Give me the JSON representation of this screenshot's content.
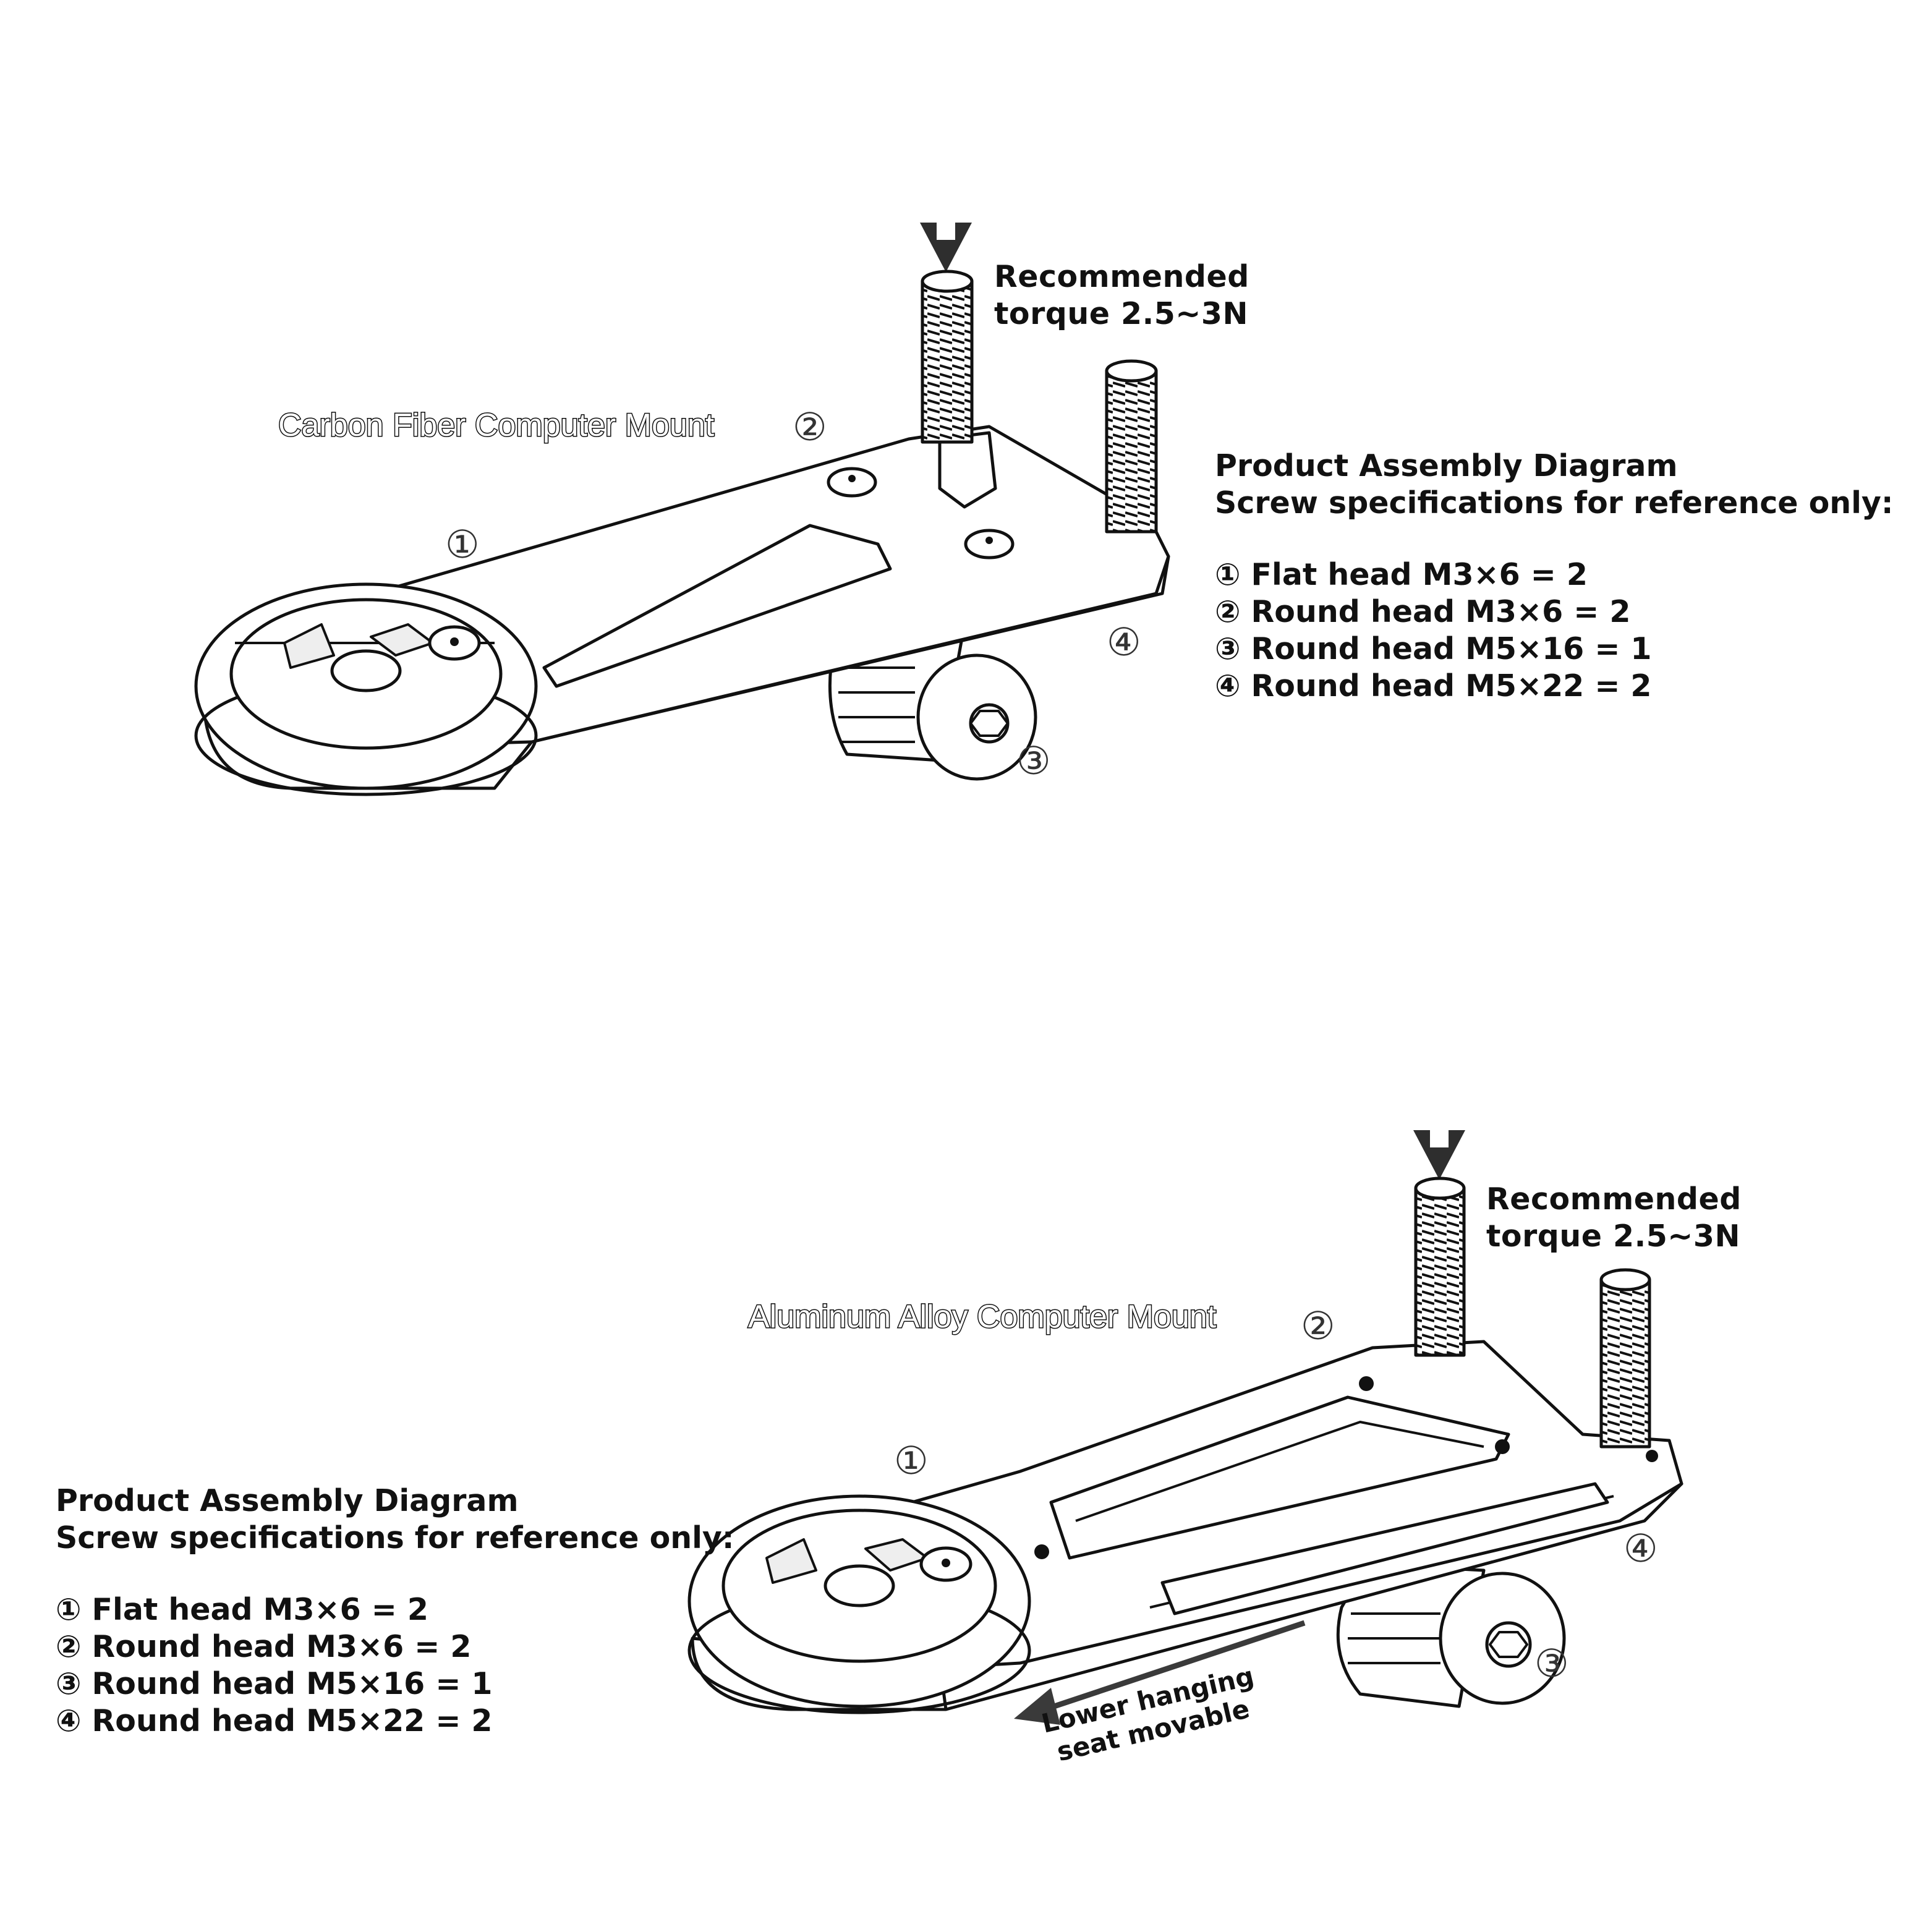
{
  "top_mount": {
    "name": "Carbon Fiber Computer Mount",
    "torque": {
      "line1": "Recommended",
      "line2": "torque 2.5~3N"
    },
    "callouts": {
      "c1": "①",
      "c2": "②",
      "c3": "③",
      "c4": "④"
    },
    "spec": {
      "title": "Product Assembly Diagram",
      "subtitle": "Screw specifications for reference only:",
      "items": [
        "① Flat head M3×6 = 2",
        "② Round head M3×6 = 2",
        "③ Round head M5×16 = 1",
        "④ Round head M5×22 = 2"
      ]
    }
  },
  "bottom_mount": {
    "name": "Aluminum Alloy Computer Mount",
    "torque": {
      "line1": "Recommended",
      "line2": "torque 2.5~3N"
    },
    "callouts": {
      "c1": "①",
      "c2": "②",
      "c3": "③",
      "c4": "④"
    },
    "spec": {
      "title": "Product Assembly Diagram",
      "subtitle": "Screw specifications for reference only:",
      "items": [
        "① Flat head M3×6 = 2",
        "② Round head M3×6 = 2",
        "③ Round head M5×16 = 1",
        "④ Round head M5×22 = 2"
      ]
    },
    "note": {
      "line1": "Lower hanging",
      "line2": "seat movable"
    }
  },
  "colors": {
    "line": "#111111",
    "accent_arrow": "#3a3a3a"
  }
}
